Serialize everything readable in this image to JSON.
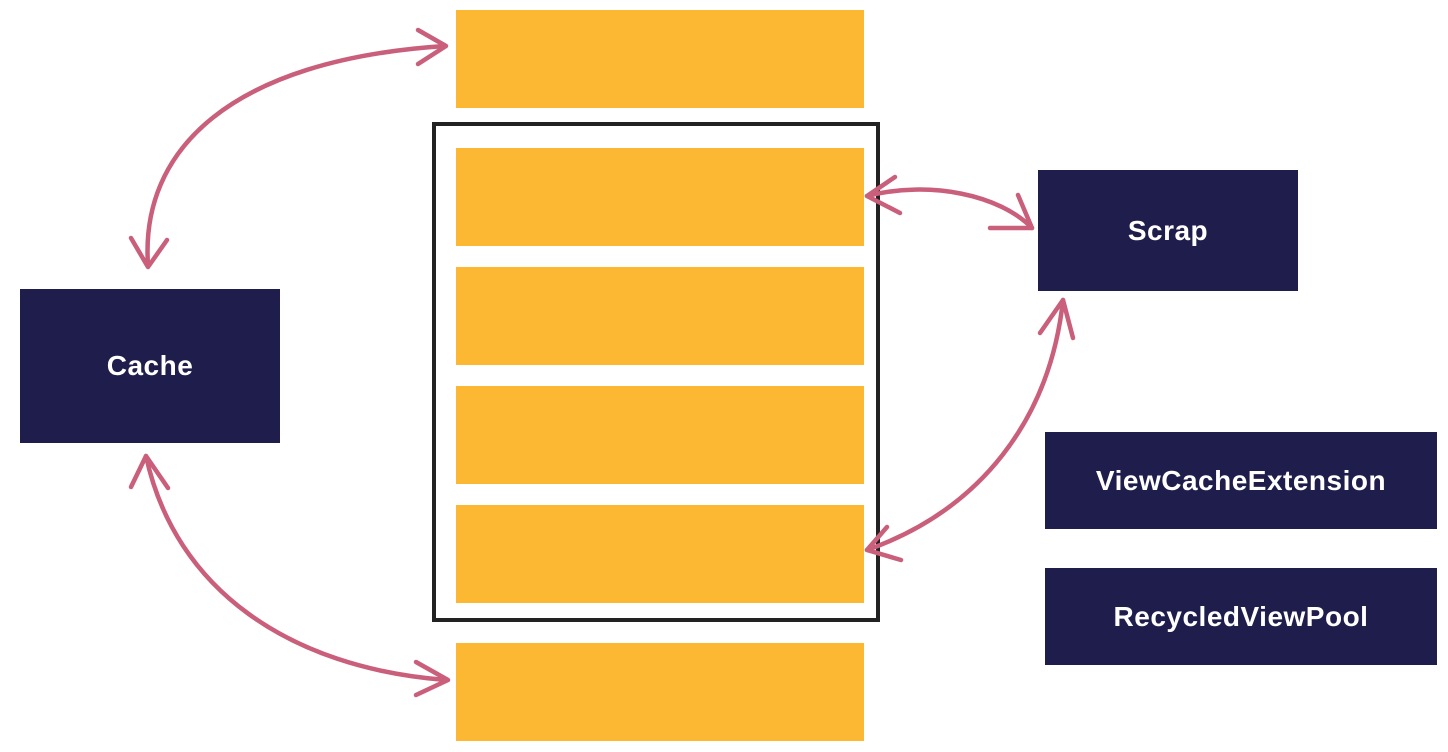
{
  "colors": {
    "item_fill": "#FDB833",
    "box_fill": "#1F1D4C",
    "box_text": "#FFFFFF",
    "frame": "#222222",
    "arrow": "#C95F7A"
  },
  "boxes": {
    "cache": "Cache",
    "scrap": "Scrap",
    "view_cache_extension": "ViewCacheExtension",
    "recycled_view_pool": "RecycledViewPool"
  },
  "items": {
    "above_viewport": 1,
    "in_viewport": 4,
    "below_viewport": 1
  }
}
